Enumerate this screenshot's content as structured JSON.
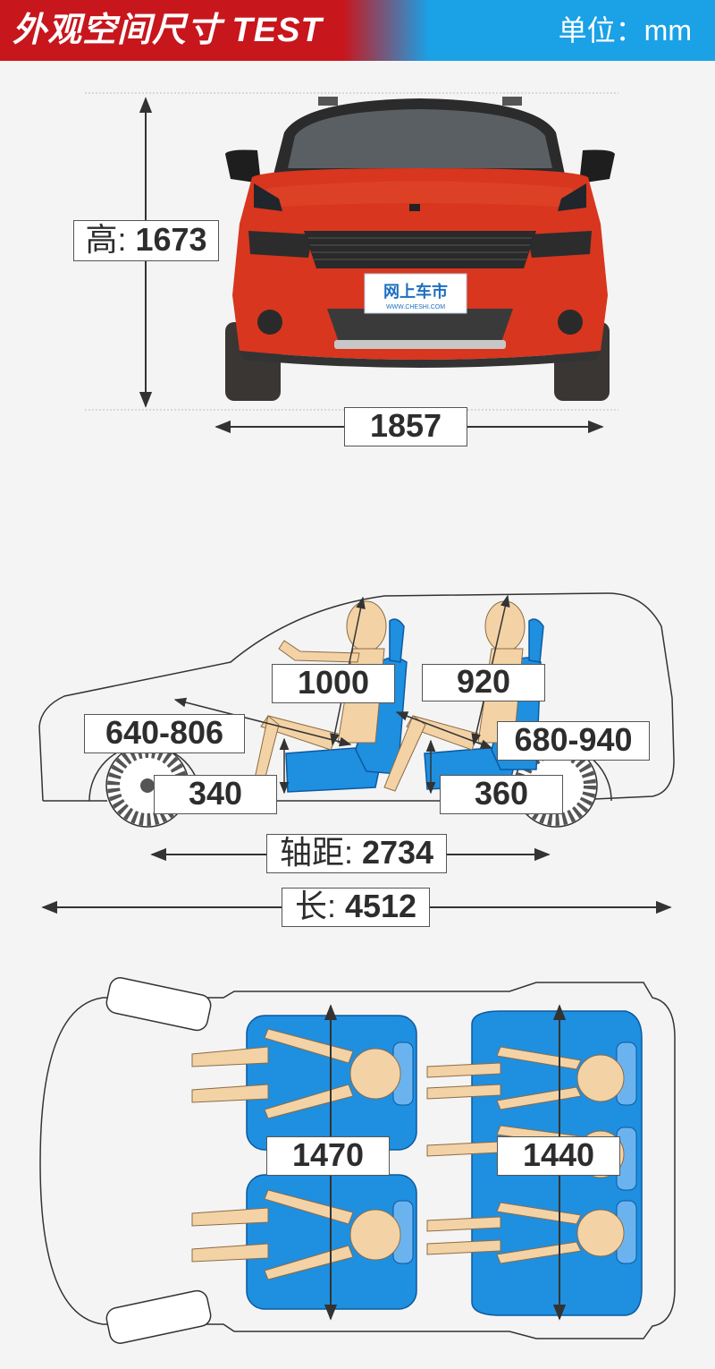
{
  "header": {
    "title": "外观空间尺寸 TEST",
    "unit": "单位：mm"
  },
  "front_view": {
    "height": {
      "prefix": "高:",
      "value": "1673"
    },
    "width": {
      "value": "1857"
    },
    "watermark": {
      "name": "网上车市",
      "url": "WWW.CHESHI.COM"
    }
  },
  "side_view": {
    "front_headroom": "1000",
    "rear_headroom": "920",
    "front_legroom": "640-806",
    "rear_legroom": "680-940",
    "front_seat_height": "340",
    "rear_seat_height": "360",
    "wheelbase": {
      "prefix": "轴距:",
      "value": "2734"
    },
    "length": {
      "prefix": "长:",
      "value": "4512"
    }
  },
  "top_view": {
    "front_shoulder": "1470",
    "rear_shoulder": "1440"
  },
  "colors": {
    "red": "#c8161d",
    "blue": "#1aa1e6",
    "seat": "#1f8fe0",
    "skin": "#f3d3a6",
    "car_body": "#d8361e"
  }
}
